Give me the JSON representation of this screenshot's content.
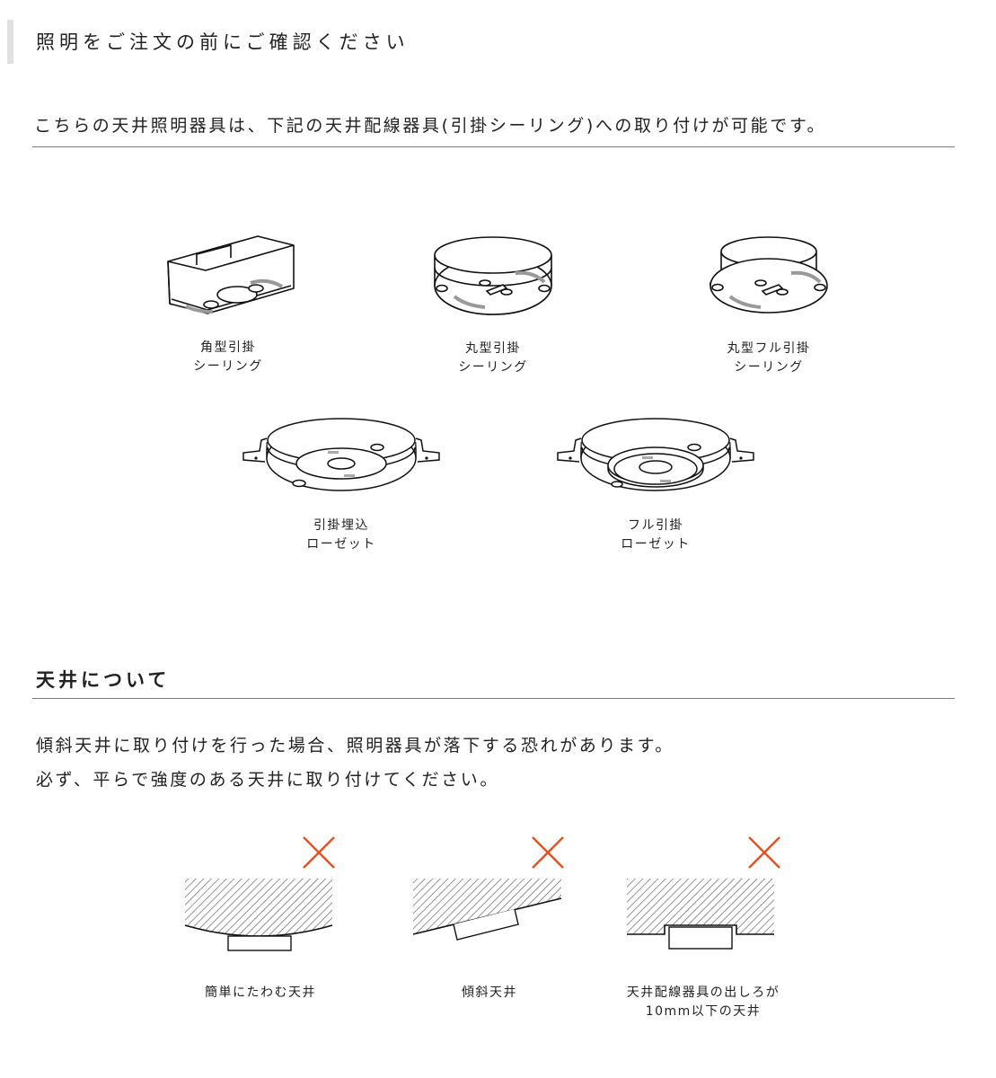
{
  "header": {
    "title": "照明をご注文の前にご確認ください"
  },
  "intro": {
    "text": "こちらの天井照明器具は、下記の天井配線器具(引掛シーリング)への取り付けが可能です。"
  },
  "fixtures": [
    {
      "icon": "square-ceiling-hook-icon",
      "line1": "角型引掛",
      "line2": "シーリング"
    },
    {
      "icon": "round-ceiling-hook-icon",
      "line1": "丸型引掛",
      "line2": "シーリング"
    },
    {
      "icon": "round-full-ceiling-hook-icon",
      "line1": "丸型フル引掛",
      "line2": "シーリング"
    },
    {
      "icon": "embedded-rosette-icon",
      "line1": "引掛埋込",
      "line2": "ローゼット"
    },
    {
      "icon": "full-hook-rosette-icon",
      "line1": "フル引掛",
      "line2": "ローゼット"
    }
  ],
  "ceiling_section": {
    "title": "天井について",
    "line1": "傾斜天井に取り付けを行った場合、照明器具が落下する恐れがあります。",
    "line2": "必ず、平らで強度のある天井に取り付けてください。"
  },
  "ceiling_examples": [
    {
      "icon": "sagging-ceiling-icon",
      "line1": "簡単にたわむ天井",
      "line2": ""
    },
    {
      "icon": "sloped-ceiling-icon",
      "line1": "傾斜天井",
      "line2": ""
    },
    {
      "icon": "protrusion-ceiling-icon",
      "line1": "天井配線器具の出しろが",
      "line2": "10mm以下の天井"
    }
  ],
  "colors": {
    "prohibited_mark": "#e5501e",
    "rule": "#7a7a7a",
    "title_accent": "#e1e1e1",
    "hatch": "#555555"
  }
}
